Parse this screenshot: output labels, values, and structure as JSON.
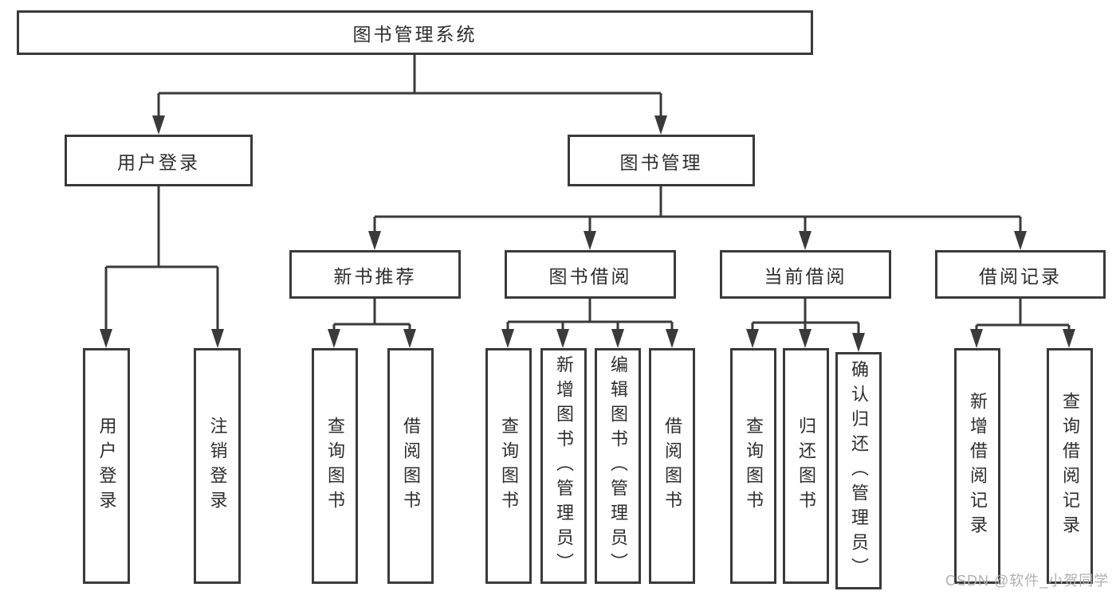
{
  "diagram": {
    "type": "hierarchy-tree",
    "colors": {
      "line": "#3a3a3a",
      "box_border": "#3a3a3a",
      "text": "#2d2d2d",
      "background": "#ffffff",
      "watermark": "#b0b0b0"
    },
    "watermark": {
      "text": "CSDN @软件_小贺同学"
    },
    "nodes": {
      "root": {
        "id": "library-management-system",
        "label": "图书管理系统"
      },
      "level2": [
        {
          "id": "user-login",
          "label": "用户登录"
        },
        {
          "id": "book-management",
          "label": "图书管理"
        }
      ],
      "level3": [
        {
          "id": "new-book-recommend",
          "label": "新书推荐",
          "parent": "book-management"
        },
        {
          "id": "book-borrowing",
          "label": "图书借阅",
          "parent": "book-management"
        },
        {
          "id": "current-borrowing",
          "label": "当前借阅",
          "parent": "book-management"
        },
        {
          "id": "borrowing-records",
          "label": "借阅记录",
          "parent": "book-management"
        }
      ],
      "leaves": [
        {
          "id": "user-login-leaf",
          "label": "用户登录",
          "parent": "user-login"
        },
        {
          "id": "logout",
          "label": "注销登录",
          "parent": "user-login"
        },
        {
          "id": "query-books-recommend",
          "label": "查询图书",
          "parent": "new-book-recommend"
        },
        {
          "id": "borrow-books-recommend",
          "label": "借阅图书",
          "parent": "new-book-recommend"
        },
        {
          "id": "query-books-borrowing",
          "label": "查询图书",
          "parent": "book-borrowing"
        },
        {
          "id": "add-books-admin",
          "label": "新增图书（管理员）",
          "parent": "book-borrowing"
        },
        {
          "id": "edit-books-admin",
          "label": "编辑图书（管理员）",
          "parent": "book-borrowing"
        },
        {
          "id": "borrow-books-borrowing",
          "label": "借阅图书",
          "parent": "book-borrowing"
        },
        {
          "id": "query-books-current",
          "label": "查询图书",
          "parent": "current-borrowing"
        },
        {
          "id": "return-books",
          "label": "归还图书",
          "parent": "current-borrowing"
        },
        {
          "id": "confirm-return-admin",
          "label": "确认归还（管理员）",
          "parent": "current-borrowing"
        },
        {
          "id": "add-borrow-record",
          "label": "新增借阅记录",
          "parent": "borrowing-records"
        },
        {
          "id": "query-borrow-record",
          "label": "查询借阅记录",
          "parent": "borrowing-records"
        }
      ]
    }
  }
}
